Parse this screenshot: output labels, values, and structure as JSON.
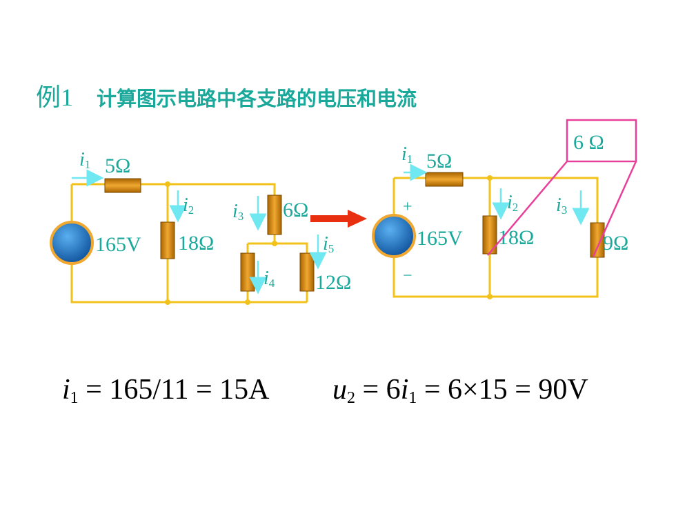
{
  "title": {
    "example": "例1",
    "text": "计算图示电路中各支路的电压和电流"
  },
  "left_circuit": {
    "source": "165V",
    "r_series": "5Ω",
    "r_18": "18Ω",
    "r_6": "6Ω",
    "r_12": "12Ω",
    "currents": {
      "i1": "i",
      "i1_sub": "1",
      "i2": "i",
      "i2_sub": "2",
      "i3": "i",
      "i3_sub": "3",
      "i4": "i",
      "i4_sub": "4",
      "i5": "i",
      "i5_sub": "5"
    }
  },
  "right_circuit": {
    "source": "165V",
    "r_series": "5Ω",
    "r_18": "18Ω",
    "r_9": "9Ω",
    "plus": "+",
    "minus": "−",
    "callout": "6 Ω",
    "currents": {
      "i1": "i",
      "i1_sub": "1",
      "i2": "i",
      "i2_sub": "2",
      "i3": "i",
      "i3_sub": "3"
    }
  },
  "equations": {
    "eq1": {
      "var": "i",
      "sub": "1",
      "rhs": " = 165/11 = 15A"
    },
    "eq2": {
      "var": "u",
      "sub": "2",
      "mid1": " = 6",
      "var2": "i",
      "sub2": "1",
      "rhs": " = 6×15 = 90V"
    }
  },
  "colors": {
    "wire": "#f2c21a",
    "text": "#1aa89b",
    "arrow_current": "#6fe8f2",
    "arrow_transform": "#e83010",
    "callout": "#e8409a",
    "resistor": "#c8860a",
    "source": "#1a70c8"
  }
}
